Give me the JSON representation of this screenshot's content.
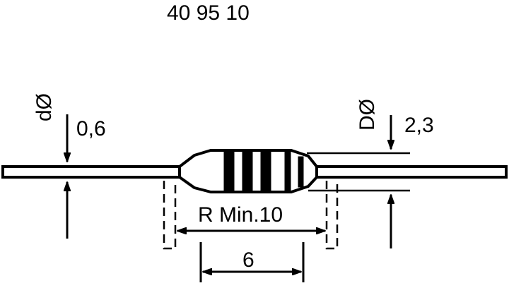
{
  "drawing": {
    "part_number": "40 95 10",
    "lead_diameter": {
      "label": "dØ",
      "value": "0,6"
    },
    "body_diameter": {
      "label": "DØ",
      "value": "2,3"
    },
    "bend_radius": {
      "label": "R Min.10"
    },
    "body_length": {
      "value": "6"
    },
    "colors": {
      "ink": "#000000",
      "background": "#ffffff"
    }
  }
}
